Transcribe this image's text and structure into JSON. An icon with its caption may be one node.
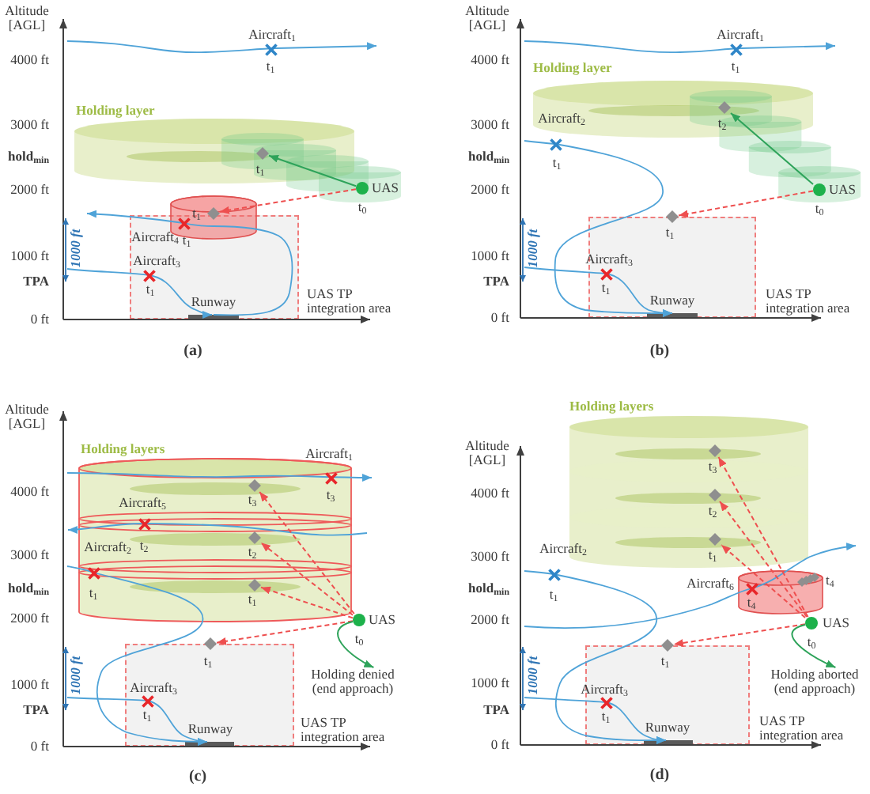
{
  "diagram": {
    "nodes": [
      {
        "text": [
          "Holding layer"
        ]
      },
      {
        "text": [],
        "shape": "diamond",
        "beside": [
          "t$_{1}$"
        ],
        "in": 0
      },
      {
        "text": [],
        "shape": "circle",
        "beside": [
          "UAS",
          "t$_{0}$"
        ]
      },
      {
        "text": [],
        "shape": "cylinder"
      },
      {
        "text": [],
        "shape": "diamond",
        "beside": [
          "t$_{1}$"
        ],
        "in": 3
      },
      {
        "text": [],
        "shape": "box",
        "beside": [
          "UAS TP integration area"
        ]
      },
      {
        "text": [
          "Holding layer"
        ]
      },
      {
        "text": [],
        "shape": "diamond",
        "beside": [
          "t$_{2}$"
        ],
        "in": 6
      },
      {
        "text": [],
        "shape": "circle",
        "beside": [
          "UAS",
          "t$_{0}$"
        ]
      },
      {
        "text": [],
        "shape": "diamond",
        "beside": [
          "t$_{1}$"
        ]
      },
      {
        "text": [],
        "shape": "box",
        "beside": [
          "UAS TP integration area"
        ]
      },
      {
        "text": [
          "Holding layers"
        ]
      },
      {
        "text": [],
        "shape": "diamond",
        "beside": [
          "t$_{3}$"
        ],
        "in": 11
      },
      {
        "text": [],
        "shape": "diamond",
        "beside": [
          "t$_{2}$"
        ],
        "in": 11
      },
      {
        "text": [],
        "shape": "diamond",
        "beside": [
          "t$_{1}$"
        ],
        "in": 11
      },
      {
        "text": [],
        "shape": "circle",
        "beside": [
          "UAS",
          "t$_{0}$"
        ]
      },
      {
        "text": [],
        "shape": "diamond",
        "beside": [
          "t$_{1}$"
        ]
      },
      {
        "text": [
          "Holding denied (end approach)"
        ]
      },
      {
        "text": [],
        "shape": "box",
        "beside": [
          "UAS TP integration area"
        ]
      },
      {
        "text": [
          "Holding layers"
        ]
      },
      {
        "text": [],
        "shape": "diamond",
        "beside": [
          "t$_{3}$"
        ],
        "in": 19
      },
      {
        "text": [],
        "shape": "diamond",
        "beside": [
          "t$_{2}$"
        ],
        "in": 19
      },
      {
        "text": [],
        "shape": "diamond",
        "beside": [
          "t$_{1}$"
        ],
        "in": 19
      },
      {
        "text": [],
        "shape": "cylinder"
      },
      {
        "text": [],
        "shape": "diamond",
        "beside": [
          "t$_{4}$"
        ],
        "in": 23
      },
      {
        "text": [],
        "shape": "circle",
        "beside": [
          "UAS",
          "t$_{0}$"
        ]
      },
      {
        "text": [],
        "shape": "diamond",
        "beside": [
          "t$_{1}$"
        ]
      },
      {
        "text": [
          "Holding aborted (end approach)"
        ]
      },
      {
        "text": [],
        "shape": "box",
        "beside": [
          "UAS TP integration area"
        ]
      }
    ],
    "edges": [
      {
        "from": 2,
        "to": 1,
        "arrow": "to",
        "color": "#2ea35a"
      },
      {
        "from": 2,
        "to": 4,
        "arrow": "to",
        "style": "dashed"
      },
      {
        "from": 8,
        "to": 7,
        "arrow": "to",
        "color": "#2ea35a"
      },
      {
        "from": 8,
        "to": 9,
        "arrow": "to",
        "style": "dashed"
      },
      {
        "from": 15,
        "to": 12,
        "arrow": "to",
        "style": "dashed"
      },
      {
        "from": 15,
        "to": 13,
        "arrow": "to",
        "style": "dashed"
      },
      {
        "from": 15,
        "to": 14,
        "arrow": "to",
        "style": "dashed"
      },
      {
        "from": 15,
        "to": 16,
        "arrow": "to",
        "style": "dashed"
      },
      {
        "from": 15,
        "to": 17,
        "arrow": "to",
        "color": "#2ea35a"
      },
      {
        "from": 25,
        "to": 20,
        "arrow": "to",
        "style": "dashed"
      },
      {
        "from": 25,
        "to": 21,
        "arrow": "to",
        "style": "dashed"
      },
      {
        "from": 25,
        "to": 22,
        "arrow": "to",
        "style": "dashed"
      },
      {
        "from": 25,
        "to": 26,
        "arrow": "to",
        "style": "dashed"
      },
      {
        "from": 25,
        "to": 27,
        "arrow": "to",
        "color": "#2ea35a"
      }
    ],
    "labels": [
      "Altitude [AGL]",
      "4000 ft",
      "3000 ft",
      "hold$_{min}$",
      "2000 ft",
      "1000 ft",
      "TPA",
      "0 ft",
      "1000 ft",
      "Aircraft$_{1}$",
      "t$_{1}$",
      "Aircraft$_{4}$",
      "t$_{1}$",
      "Aircraft$_{3}$",
      "t$_{1}$",
      "Runway",
      "(a)",
      "Altitude [AGL]",
      "4000 ft",
      "3000 ft",
      "hold$_{min}$",
      "2000 ft",
      "1000 ft",
      "TPA",
      "0 ft",
      "1000 ft",
      "Aircraft$_{1}$",
      "t$_{1}$",
      "Aircraft$_{2}$",
      "t$_{1}$",
      "Aircraft$_{3}$",
      "t$_{1}$",
      "Runway",
      "(b)",
      "Altitude [AGL]",
      "4000 ft",
      "3000 ft",
      "hold$_{min}$",
      "2000 ft",
      "1000 ft",
      "TPA",
      "0 ft",
      "1000 ft",
      "Aircraft$_{1}$",
      "t$_{3}$",
      "Aircraft$_{5}$",
      "t$_{2}$",
      "Aircraft$_{2}$",
      "t$_{1}$",
      "Aircraft$_{3}$",
      "t$_{1}$",
      "Runway",
      "(c)",
      "Altitude [AGL]",
      "4000 ft",
      "3000 ft",
      "hold$_{min}$",
      "2000 ft",
      "1000 ft",
      "TPA",
      "0 ft",
      "1000 ft",
      "Aircraft$_{2}$",
      "t$_{1}$",
      "Aircraft$_{6}$",
      "t$_{4}$",
      "Aircraft$_{3}$",
      "t$_{1}$",
      "Runway",
      "(d)"
    ]
  }
}
